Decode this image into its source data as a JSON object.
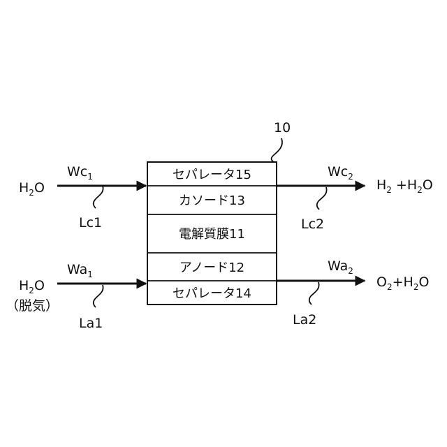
{
  "device_ref": "10",
  "stack_layers": [
    "セパレータ15",
    "カソード13",
    "電解質膜11",
    "アノード12",
    "セパレータ14"
  ],
  "cathode_side": {
    "inlet": {
      "label": "H",
      "sub": "2",
      "tail": "O"
    },
    "inlet_flow": {
      "label": "Wc",
      "sub": "1"
    },
    "inlet_line": "Lc1",
    "outlet_flow": {
      "label": "Wc",
      "sub": "2"
    },
    "outlet_line": "Lc2",
    "outlet": {
      "a": "H",
      "a_sub": "2",
      "mid": " +H",
      "b_sub": "2",
      "tail": "O"
    }
  },
  "anode_side": {
    "inlet": {
      "label": "H",
      "sub": "2",
      "tail": "O",
      "note": "（脱気）"
    },
    "inlet_flow": {
      "label": "Wa",
      "sub": "1"
    },
    "inlet_line": "La1",
    "outlet_flow": {
      "label": "Wa",
      "sub": "2"
    },
    "outlet_line": "La2",
    "outlet": {
      "a": "O",
      "a_sub": "2",
      "mid": "+H",
      "b_sub": "2",
      "tail": "O"
    }
  }
}
